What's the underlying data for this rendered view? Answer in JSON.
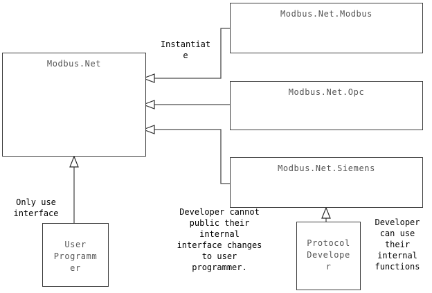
{
  "diagram": {
    "type": "uml-class-diagram",
    "background_color": "#ffffff",
    "line_color": "#4a4a4a",
    "box_border_color": "#3a3a3a",
    "box_label_color": "#555555",
    "note_color": "#000000",
    "boxes": [
      {
        "id": "modbus-net",
        "label": "Modbus.Net"
      },
      {
        "id": "modbus-net-modbus",
        "label": "Modbus.Net.Modbus"
      },
      {
        "id": "modbus-net-opc",
        "label": "Modbus.Net.Opc"
      },
      {
        "id": "modbus-net-siemens",
        "label": "Modbus.Net.Siemens"
      },
      {
        "id": "user-programmer",
        "label": "User\nProgramm\ner"
      },
      {
        "id": "protocol-developer",
        "label": "Protocol\nDevelope\nr"
      }
    ],
    "notes": [
      {
        "id": "instantiate",
        "text": "Instantiat\ne"
      },
      {
        "id": "only-use-interface",
        "text": "Only use\ninterface"
      },
      {
        "id": "developer-cannot",
        "text": "Developer cannot\npublic their\ninternal\ninterface changes\nto user\nprogrammer."
      },
      {
        "id": "developer-can-use",
        "text": "Developer\ncan use\ntheir\ninternal\nfunctions"
      }
    ],
    "connectors": [
      {
        "id": "modbus-to-core",
        "from": "modbus-net-modbus",
        "to": "modbus-net",
        "style": "elbow",
        "arrow": "hollow-triangle",
        "direction": "left"
      },
      {
        "id": "opc-to-core",
        "from": "modbus-net-opc",
        "to": "modbus-net",
        "style": "straight",
        "arrow": "hollow-triangle",
        "direction": "left"
      },
      {
        "id": "siemens-to-core",
        "from": "modbus-net-siemens",
        "to": "modbus-net",
        "style": "elbow",
        "arrow": "hollow-triangle",
        "direction": "left"
      },
      {
        "id": "user-to-core",
        "from": "user-programmer",
        "to": "modbus-net",
        "style": "straight",
        "arrow": "hollow-triangle",
        "direction": "up"
      },
      {
        "id": "dev-to-siemens",
        "from": "protocol-developer",
        "to": "modbus-net-siemens",
        "style": "straight",
        "arrow": "hollow-triangle",
        "direction": "up"
      }
    ]
  }
}
